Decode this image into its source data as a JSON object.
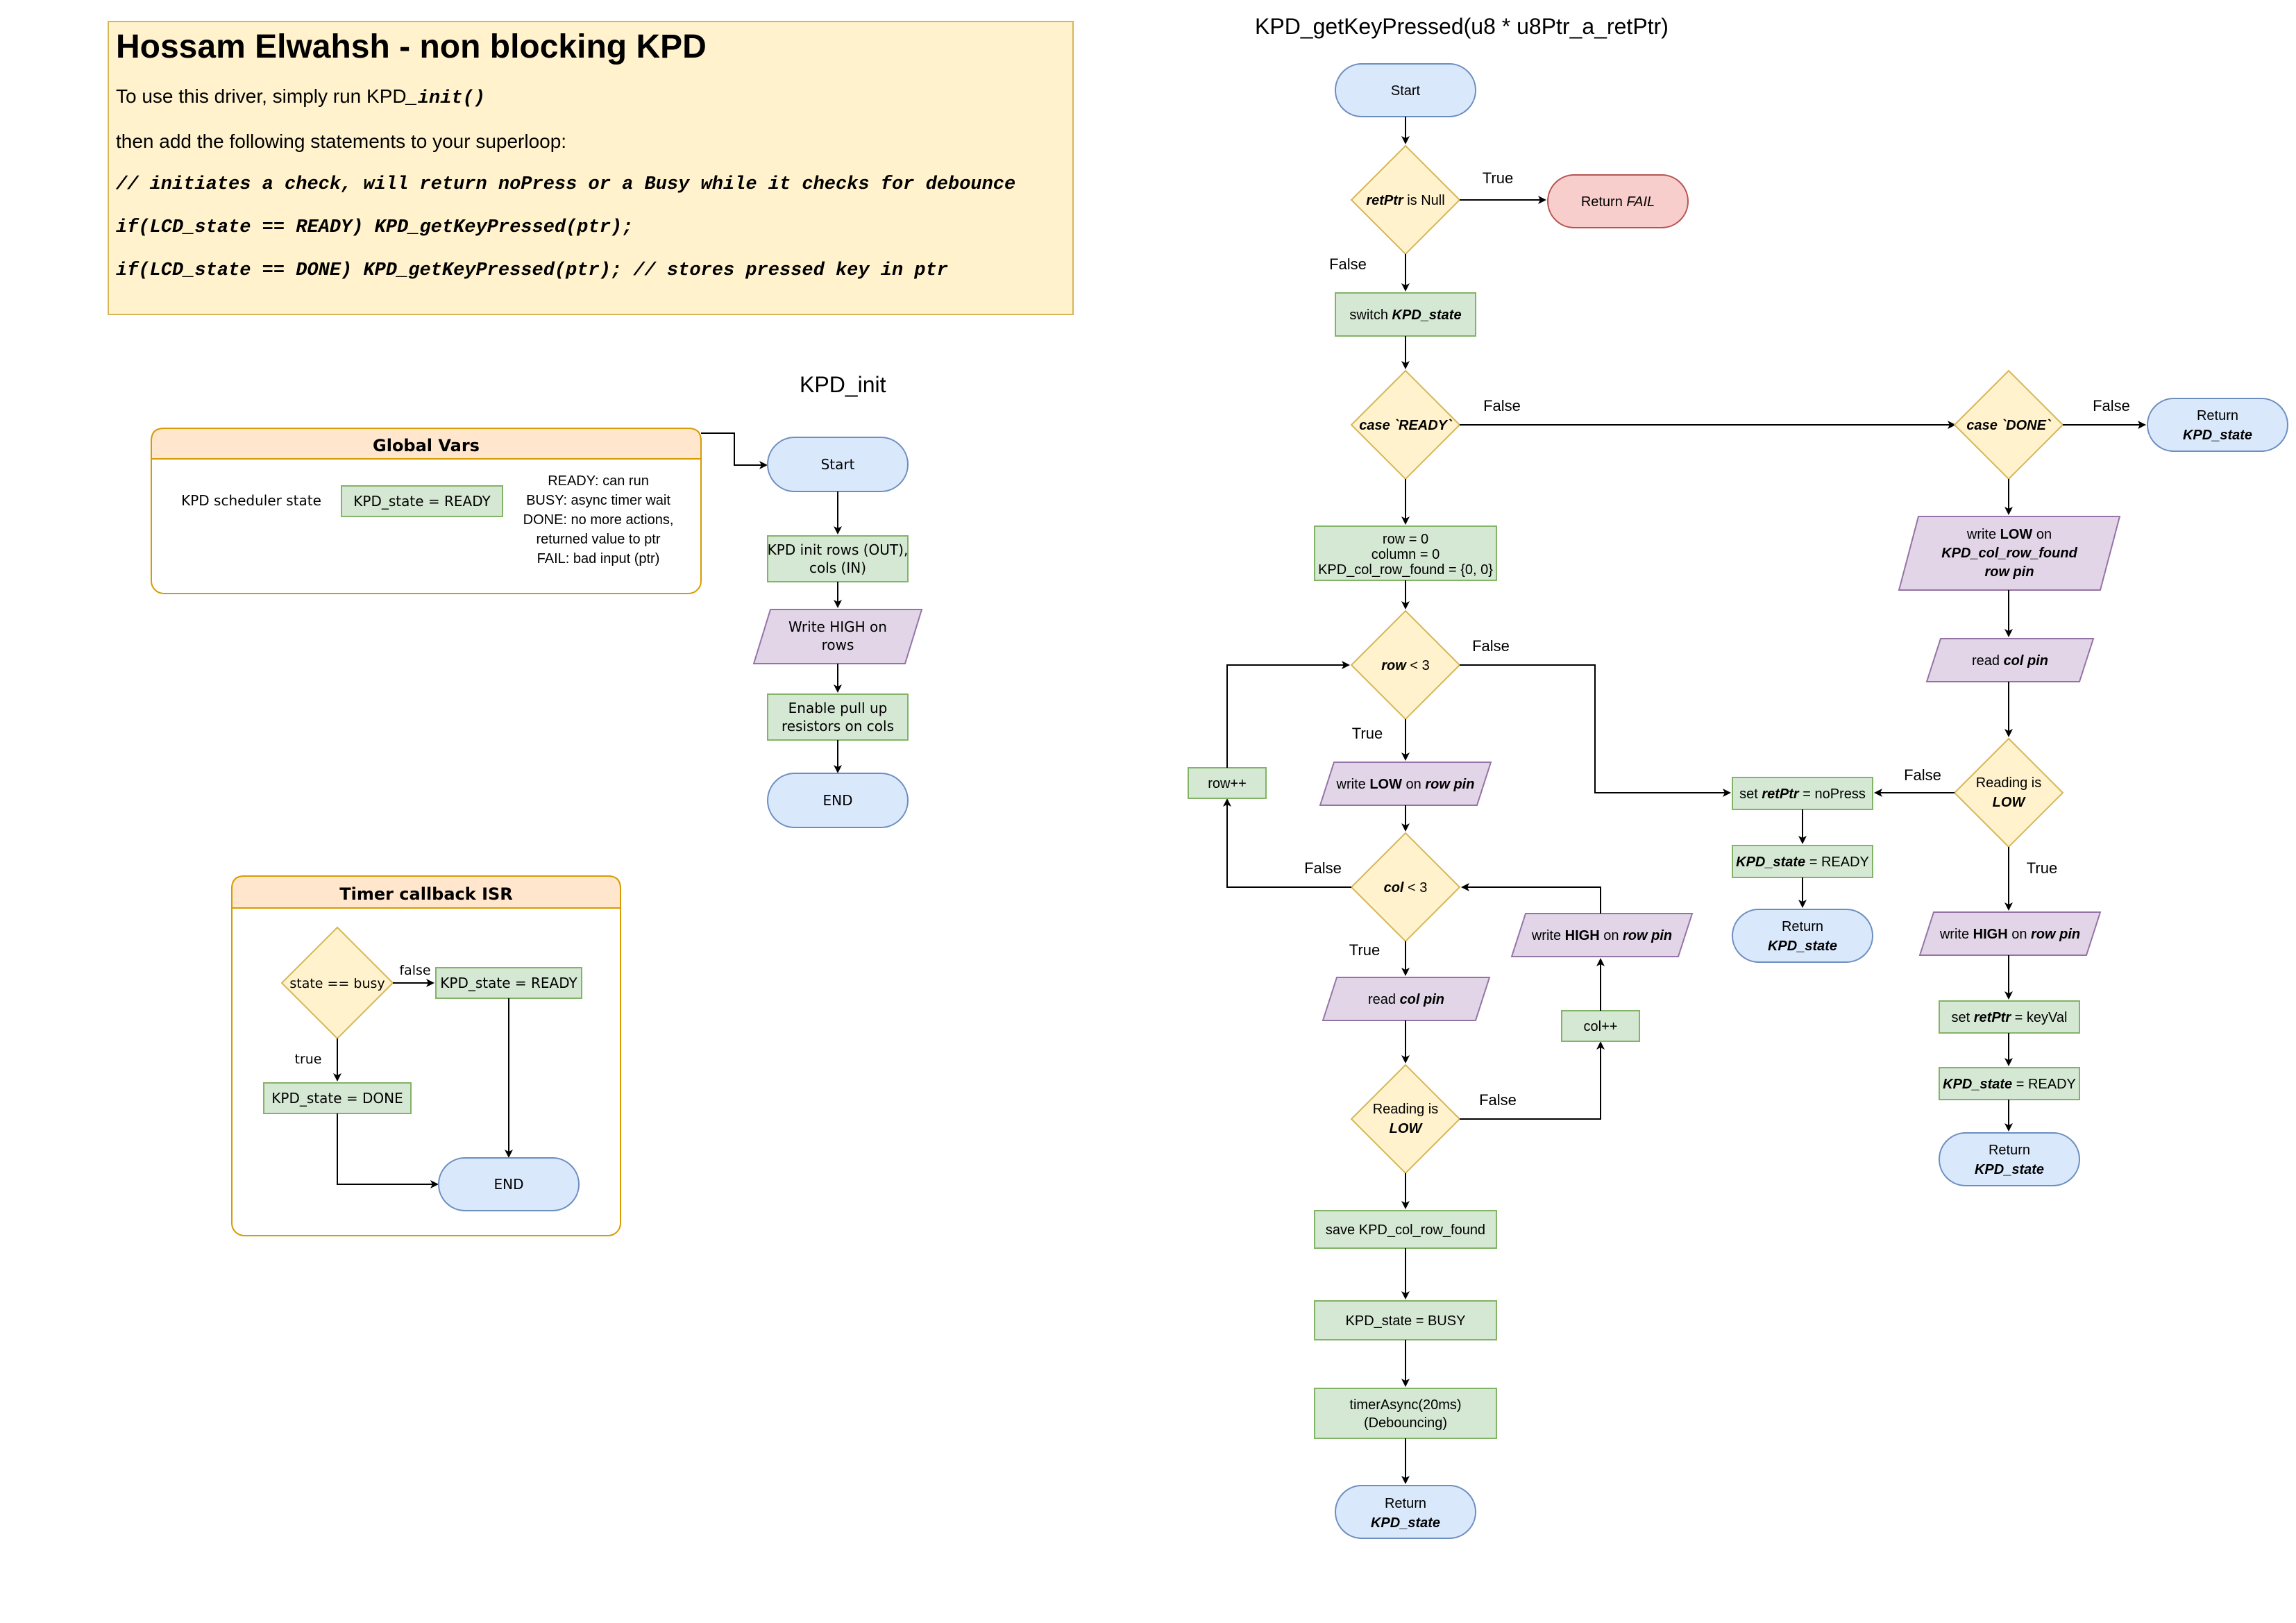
{
  "header": {
    "title": "Hossam Elwahsh - non blocking KPD",
    "intro_prefix": "To use this driver, simply run KPD",
    "intro_code": "_init()",
    "line2": "then add the following statements to your superloop:",
    "code1": "// initiates a check, will return noPress or a Busy while it checks for debounce",
    "code2": "if(LCD_state == READY) KPD_getKeyPressed(ptr);",
    "code3": "if(LCD_state == DONE) KPD_getKeyPressed(ptr); // stores pressed key in ptr"
  },
  "global_vars": {
    "title": "Global Vars",
    "label": "KPD scheduler state",
    "value": "KPD_state = READY",
    "states": [
      "READY: can run",
      "BUSY: async timer wait",
      "DONE: no more actions,",
      "returned value to ptr",
      "FAIL: bad input (ptr)"
    ]
  },
  "timer_isr": {
    "title": "Timer callback ISR",
    "decision": "state == busy",
    "false_label": "false",
    "true_label": "true",
    "set_ready": "KPD_state = READY",
    "set_done": "KPD_state = DONE",
    "end": "END"
  },
  "kpd_init": {
    "title": "KPD_init",
    "start": "Start",
    "step1": [
      "KPD init rows (OUT),",
      "cols (IN)"
    ],
    "step2": [
      "Write HIGH on",
      "rows"
    ],
    "step3": [
      "Enable pull up",
      "resistors on cols"
    ],
    "end": "END"
  },
  "get_key": {
    "title": "KPD_getKeyPressed(u8 * u8Ptr_a_retPtr)",
    "start": "Start",
    "ret_null_a": "retPtr",
    "ret_null_b": " is Null",
    "true": "True",
    "false": "False",
    "return_fail_a": "Return ",
    "return_fail_b": "FAIL",
    "switch_a": "switch ",
    "switch_b": "KPD_state",
    "case_ready": "case `READY`",
    "case_done": "case `DONE`",
    "return": "Return",
    "kpd_state": "KPD_state",
    "init_vars": [
      "row = 0",
      "column = 0",
      "KPD_col_row_found = {0, 0}"
    ],
    "row_lt_a": "row",
    "row_lt_b": " < 3",
    "col_lt_a": "col",
    "col_lt_b": " < 3",
    "row_inc": "row++",
    "col_inc": "col++",
    "write": "write ",
    "low": "LOW",
    "high": "HIGH",
    "on": " on ",
    "row_pin": "row pin",
    "read": "read ",
    "col_pin": "col pin",
    "reading_is": "Reading is",
    "save_found": "save KPD_col_row_found",
    "set_busy": "KPD_state = BUSY",
    "timer_async": [
      "timerAsync(20ms)",
      "(Debouncing)"
    ],
    "set_a": "set ",
    "ret_ptr": "retPtr",
    "no_press": " = noPress",
    "key_val": " = keyVal",
    "eq_ready": " = READY",
    "found_a": "KPD_col_row_found",
    "found_b": "row pin"
  },
  "colors": {
    "blue_fill": "#dae8fc",
    "blue_stroke": "#6c8ebf",
    "green_fill": "#d5e8d4",
    "green_stroke": "#82b366",
    "yellow_fill": "#fff2cc",
    "yellow_stroke": "#d6b656",
    "purple_fill": "#e1d5e7",
    "purple_stroke": "#9673a6",
    "red_fill": "#f8cecc",
    "red_stroke": "#b85450",
    "orange_fill": "#ffe6cc",
    "orange_stroke": "#d79b00"
  }
}
